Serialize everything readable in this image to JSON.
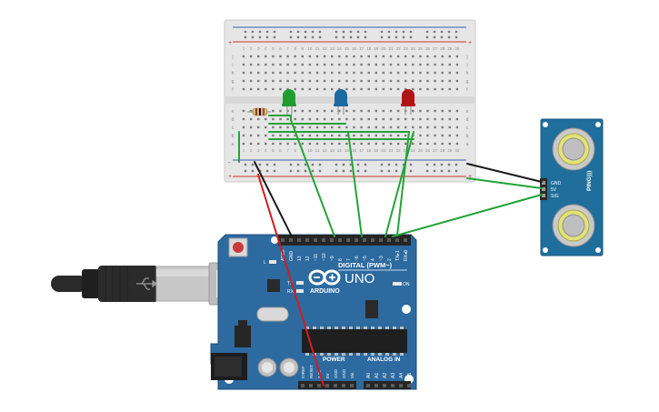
{
  "breadboard": {
    "columns_top": [
      "1",
      "2",
      "3",
      "4",
      "5",
      "6",
      "7",
      "8",
      "9",
      "10",
      "11",
      "12",
      "13",
      "14",
      "15",
      "16",
      "17",
      "18",
      "19",
      "20",
      "21",
      "22",
      "23",
      "24",
      "25",
      "26",
      "27",
      "28",
      "29",
      "30"
    ],
    "rows_top": [
      "j",
      "i",
      "h",
      "g",
      "f"
    ],
    "rows_bottom": [
      "e",
      "d",
      "c",
      "b",
      "a"
    ],
    "rail_plus": "+",
    "rail_minus": "-"
  },
  "leds": [
    {
      "color": "#1e9e2e"
    },
    {
      "color": "#1b6aa0"
    },
    {
      "color": "#b01515"
    }
  ],
  "arduino": {
    "brand": "ARDUINO",
    "model": "UNO",
    "digital_label": "DIGITAL (PWM~)",
    "power_label": "POWER",
    "analog_label": "ANALOG IN",
    "tx_label": "TX",
    "rx_label": "RX",
    "on_label": "ON",
    "l_label": "L",
    "digital_pins": [
      "AREF",
      "GND",
      "13",
      "12",
      "~11",
      "~10",
      "~9",
      "8",
      "7",
      "~6",
      "~5",
      "4",
      "~3",
      "2",
      "TX▸1",
      "RX◂0"
    ],
    "power_pins": [
      "IOREF",
      "RESET",
      "3.3V",
      "5V",
      "GND",
      "GND",
      "Vin"
    ],
    "analog_pins": [
      "A0",
      "A1",
      "A2",
      "A3",
      "A4",
      "A5"
    ],
    "board_color": "#2c6aa0"
  },
  "sensor": {
    "name": "PING)))",
    "pins": [
      "GND",
      "5V",
      "SIG"
    ],
    "pcb_color": "#1f6e9b"
  },
  "wires": {
    "green": "#23a33a",
    "black": "#1a1a1a",
    "red": "#d41c1c"
  }
}
